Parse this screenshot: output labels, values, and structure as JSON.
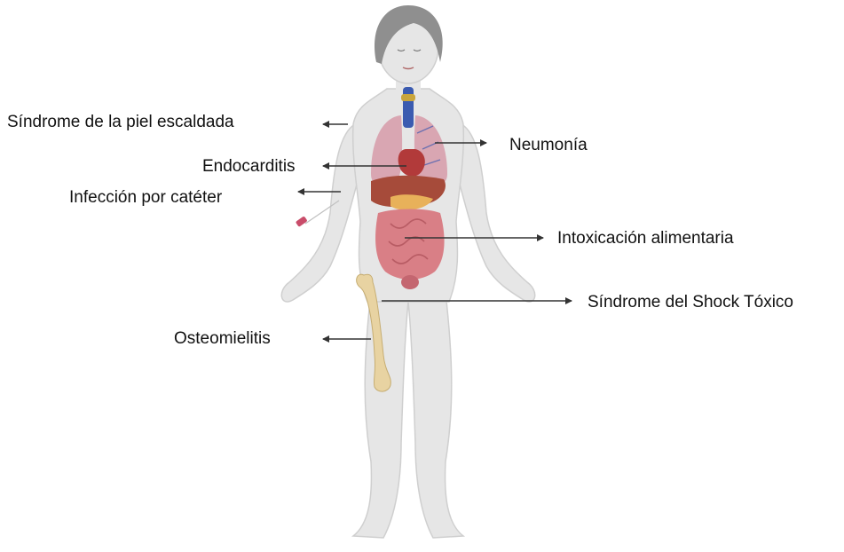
{
  "colors": {
    "background": "#ffffff",
    "body_fill": "#e6e6e6",
    "body_outline": "#cfcfcf",
    "hair": "#8f8f8f",
    "lung": "#d9a6b2",
    "heart": "#b23a3a",
    "liver": "#a64b3a",
    "intestine": "#d97f86",
    "bone": "#e8d3a2",
    "trachea": "#3b5bb0",
    "arrow": "#333333",
    "text": "#111111"
  },
  "labels": {
    "scalded_skin": "Síndrome de la piel escaldada",
    "pneumonia": "Neumonía",
    "endocarditis": "Endocarditis",
    "catheter": "Infección por catéter",
    "food_poisoning": "Intoxicación alimentaria",
    "toxic_shock": "Síndrome del Shock Tóxico",
    "osteomyelitis": "Osteomielitis"
  },
  "icons": [
    "human-figure-icon",
    "lungs-icon",
    "heart-icon",
    "liver-icon",
    "intestine-icon",
    "femur-icon",
    "catheter-icon",
    "trachea-icon"
  ]
}
